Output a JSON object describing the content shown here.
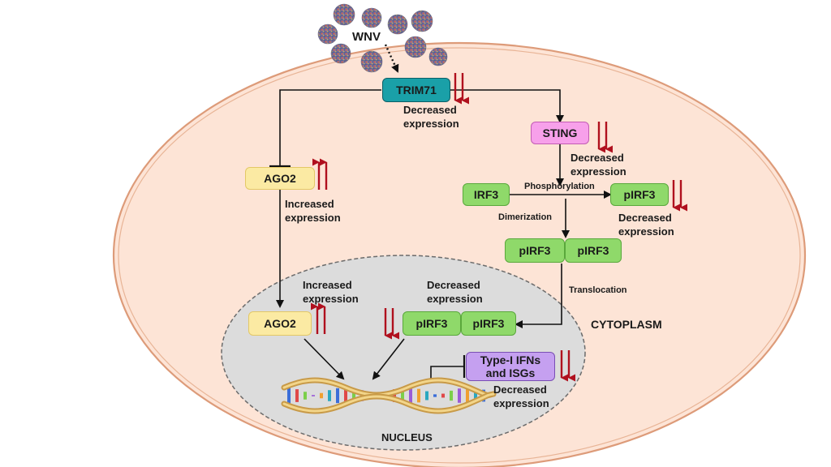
{
  "colors": {
    "cell_fill": "#fde4d6",
    "cell_border": "#e0a07e",
    "nucleus_fill": "#dcdcdc",
    "down_arrow": "#b0101e",
    "up_arrow": "#b0101e",
    "green_box": "#8fd96a",
    "yellow_box": "#fbeaa3",
    "teal_box": "#1aa0a8",
    "pink_box": "#f7a0ea",
    "purple_box": "#c5a0f0"
  },
  "virus": {
    "label": "WNV"
  },
  "nodes": {
    "trim71": "TRIM71",
    "sting": "STING",
    "ago2_cyto": "AGO2",
    "irf3": "IRF3",
    "pirf3": "pIRF3",
    "dimer_left": "pIRF3",
    "dimer_right": "pIRF3",
    "ago2_nuc": "AGO2",
    "nuc_dimer_left": "pIRF3",
    "nuc_dimer_right": "pIRF3",
    "ifn_line1": "Type-I IFNs",
    "ifn_line2": "and ISGs"
  },
  "annotations": {
    "trim71": [
      "Decreased",
      "expression"
    ],
    "sting": [
      "Decreased",
      "expression"
    ],
    "ago2_cyto": [
      "Increased",
      "expression"
    ],
    "pirf3": [
      "Decreased",
      "expression"
    ],
    "ago2_nuc": [
      "Increased",
      "expression"
    ],
    "nuc_dimer": [
      "Decreased",
      "expression"
    ],
    "ifn": [
      "Decreased",
      "expression"
    ]
  },
  "edges": {
    "phosphorylation": "Phosphorylation",
    "dimerization": "Dimerization",
    "translocation": "Translocation"
  },
  "compartments": {
    "cytoplasm": "CYTOPLASM",
    "nucleus": "NUCLEUS"
  }
}
